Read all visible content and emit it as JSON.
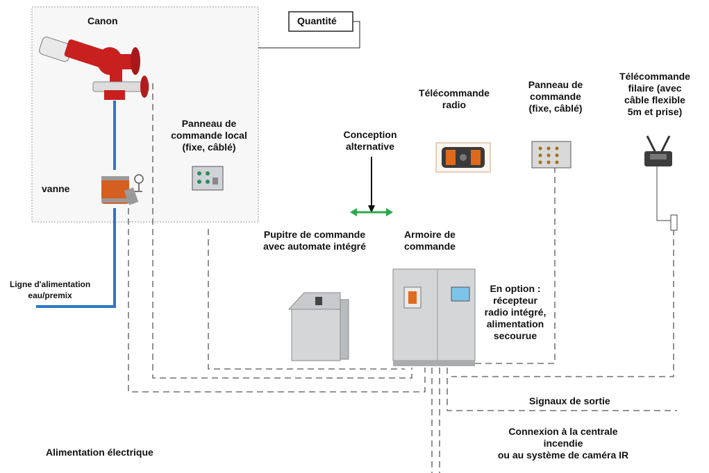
{
  "labels": {
    "canon": "Canon",
    "quantite": "Quantité",
    "vanne": "vanne",
    "ligne_line1": "Ligne d'alimentation",
    "ligne_line2": "eau/premix",
    "panneau_local_line1": "Panneau de",
    "panneau_local_line2": "commande local",
    "panneau_local_line3": "(fixe, câblé)",
    "conception_line1": "Conception",
    "conception_line2": "alternative",
    "pupitre_line1": "Pupitre de commande",
    "pupitre_line2": "avec automate intégré",
    "armoire_line1": "Armoire de",
    "armoire_line2": "commande",
    "telecommande_radio_line1": "Télécommande",
    "telecommande_radio_line2": "radio",
    "panneau_commande_line1": "Panneau de",
    "panneau_commande_line2": "commande",
    "panneau_commande_line3": "(fixe, câblé)",
    "filaire_line1": "Télécommande",
    "filaire_line2": "filaire (avec",
    "filaire_line3": "câble flexible",
    "filaire_line4": "5m et prise)",
    "option_line1": "En option :",
    "option_line2": "récepteur",
    "option_line3": "radio intégré,",
    "option_line4": "alimentation",
    "option_line5": "secourue",
    "signaux": "Signaux de sortie",
    "connexion_line1": "Connexion à la centrale",
    "connexion_line2": "incendie",
    "connexion_line3": "ou au système de caméra IR",
    "alimentation_electrique": "Alimentation électrique"
  },
  "colors": {
    "water_line": "#2e75c8",
    "cannon_red": "#c8201e",
    "arrow_green": "#2aa84a",
    "wire_gray": "#555555",
    "cabinet_gray": "#d4d6d8"
  },
  "icons": {
    "cannon": "fire-monitor-cannon-image",
    "valve": "valve-image",
    "local_panel": "local-control-panel-image",
    "desk": "control-desk-image",
    "cabinet": "control-cabinet-image",
    "radio": "radio-remote-image",
    "wall_panel": "wall-control-panel-image",
    "wired_remote": "wired-remote-image"
  }
}
